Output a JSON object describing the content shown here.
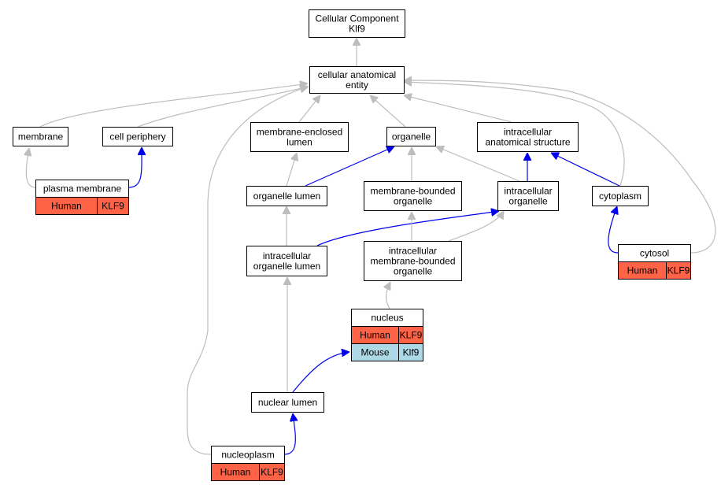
{
  "colors": {
    "human": "#ff6347",
    "mouse": "#add8e6",
    "regulates_edge": "#0000ee",
    "is_a_edge": "#bdbdbd"
  },
  "nodes": [
    {
      "id": "root",
      "lines": [
        "Cellular Component",
        "Klf9"
      ]
    },
    {
      "id": "cae",
      "lines": [
        "cellular anatomical",
        "entity"
      ]
    },
    {
      "id": "membrane",
      "lines": [
        "membrane"
      ]
    },
    {
      "id": "cellper",
      "lines": [
        "cell periphery"
      ]
    },
    {
      "id": "mel",
      "lines": [
        "membrane-enclosed",
        "lumen"
      ]
    },
    {
      "id": "organelle",
      "lines": [
        "organelle"
      ]
    },
    {
      "id": "ias",
      "lines": [
        "intracellular",
        "anatomical structure"
      ]
    },
    {
      "id": "pm",
      "lines": [
        "plasma membrane"
      ],
      "annotations": [
        {
          "species": "Human",
          "gene": "KLF9",
          "color": "human"
        }
      ]
    },
    {
      "id": "olumen",
      "lines": [
        "organelle lumen"
      ]
    },
    {
      "id": "mbo",
      "lines": [
        "membrane-bounded",
        "organelle"
      ]
    },
    {
      "id": "io",
      "lines": [
        "intracellular",
        "organelle"
      ]
    },
    {
      "id": "cyto",
      "lines": [
        "cytoplasm"
      ]
    },
    {
      "id": "iol",
      "lines": [
        "intracellular",
        "organelle lumen"
      ]
    },
    {
      "id": "imbo",
      "lines": [
        "intracellular",
        "membrane-bounded",
        "organelle"
      ]
    },
    {
      "id": "cytosol",
      "lines": [
        "cytosol"
      ],
      "annotations": [
        {
          "species": "Human",
          "gene": "KLF9",
          "color": "human"
        }
      ]
    },
    {
      "id": "nucleus",
      "lines": [
        "nucleus"
      ],
      "annotations": [
        {
          "species": "Human",
          "gene": "KLF9",
          "color": "human"
        },
        {
          "species": "Mouse",
          "gene": "Klf9",
          "color": "mouse"
        }
      ]
    },
    {
      "id": "nlumen",
      "lines": [
        "nuclear lumen"
      ]
    },
    {
      "id": "nucleoplasm",
      "lines": [
        "nucleoplasm"
      ],
      "annotations": [
        {
          "species": "Human",
          "gene": "KLF9",
          "color": "human"
        }
      ]
    }
  ],
  "edges": [
    {
      "from": "cae",
      "to": "root",
      "type": "gray"
    },
    {
      "from": "membrane",
      "to": "cae",
      "type": "gray"
    },
    {
      "from": "cellper",
      "to": "cae",
      "type": "gray"
    },
    {
      "from": "mel",
      "to": "cae",
      "type": "gray"
    },
    {
      "from": "organelle",
      "to": "cae",
      "type": "gray"
    },
    {
      "from": "ias",
      "to": "cae",
      "type": "gray"
    },
    {
      "from": "nucleoplasm",
      "to": "cae",
      "type": "gray"
    },
    {
      "from": "cyto",
      "to": "cae",
      "type": "gray"
    },
    {
      "from": "cytosol",
      "to": "cae",
      "type": "gray"
    },
    {
      "from": "pm",
      "to": "membrane",
      "type": "gray"
    },
    {
      "from": "pm",
      "to": "cellper",
      "type": "blue"
    },
    {
      "from": "olumen",
      "to": "mel",
      "type": "gray"
    },
    {
      "from": "olumen",
      "to": "organelle",
      "type": "blue"
    },
    {
      "from": "mbo",
      "to": "organelle",
      "type": "gray"
    },
    {
      "from": "io",
      "to": "organelle",
      "type": "gray"
    },
    {
      "from": "io",
      "to": "ias",
      "type": "blue"
    },
    {
      "from": "cyto",
      "to": "ias",
      "type": "blue"
    },
    {
      "from": "iol",
      "to": "olumen",
      "type": "gray"
    },
    {
      "from": "iol",
      "to": "io",
      "type": "blue"
    },
    {
      "from": "imbo",
      "to": "mbo",
      "type": "gray"
    },
    {
      "from": "imbo",
      "to": "io",
      "type": "gray"
    },
    {
      "from": "cytosol",
      "to": "cyto",
      "type": "blue"
    },
    {
      "from": "nucleus",
      "to": "imbo",
      "type": "gray"
    },
    {
      "from": "nlumen",
      "to": "iol",
      "type": "gray"
    },
    {
      "from": "nlumen",
      "to": "nucleus",
      "type": "blue"
    },
    {
      "from": "nucleoplasm",
      "to": "nlumen",
      "type": "blue"
    }
  ]
}
